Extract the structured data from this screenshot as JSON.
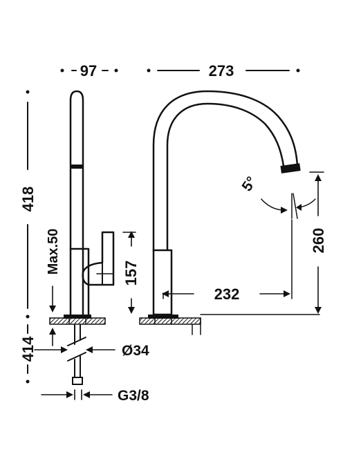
{
  "dimensions": {
    "handle_width": "97",
    "spout_reach": "273",
    "total_height": "418",
    "max_thickness": "Max.50",
    "lever_height": "157",
    "spout_offset": "232",
    "spout_height": "260",
    "tilt_angle": "5°",
    "shank_length": "414",
    "hole_diameter": "Ø34",
    "thread": "G3/8"
  }
}
